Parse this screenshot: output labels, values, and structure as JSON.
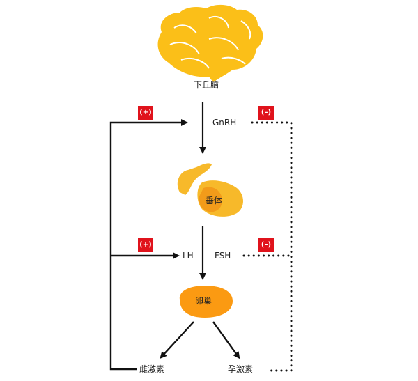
{
  "nodes": {
    "hypothalamus": "下丘脑",
    "pituitary": "垂体",
    "ovary": "卵巢",
    "estrogen": "雌激素",
    "progesterone": "孕激素"
  },
  "hormones": {
    "gnrh": "GnRH",
    "lh": "LH",
    "fsh": "FSH"
  },
  "feedback": {
    "positive": "(+)",
    "negative": "(–)"
  },
  "colors": {
    "brain": "#fbbf18",
    "pituitary": "#f7b92a",
    "pituitary_inner": "#f29b1a",
    "ovary": "#fb9a12",
    "badge": "#e0131c",
    "line": "#111111"
  }
}
